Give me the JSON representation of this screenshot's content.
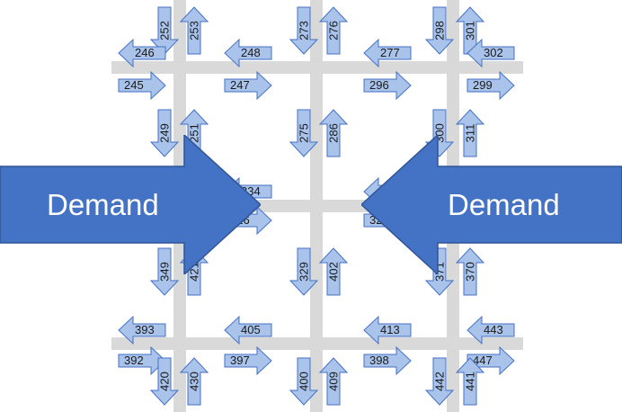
{
  "network": {
    "arrows": [
      {
        "label": "252",
        "dir": "down"
      },
      {
        "label": "253",
        "dir": "up"
      },
      {
        "label": "273",
        "dir": "down"
      },
      {
        "label": "276",
        "dir": "up"
      },
      {
        "label": "298",
        "dir": "down"
      },
      {
        "label": "301",
        "dir": "up"
      },
      {
        "label": "246",
        "dir": "left"
      },
      {
        "label": "248",
        "dir": "left"
      },
      {
        "label": "277",
        "dir": "left"
      },
      {
        "label": "302",
        "dir": "left"
      },
      {
        "label": "245",
        "dir": "right"
      },
      {
        "label": "247",
        "dir": "right"
      },
      {
        "label": "296",
        "dir": "right"
      },
      {
        "label": "299",
        "dir": "right"
      },
      {
        "label": "249",
        "dir": "down"
      },
      {
        "label": "251",
        "dir": "up"
      },
      {
        "label": "275",
        "dir": "down"
      },
      {
        "label": "286",
        "dir": "up"
      },
      {
        "label": "300",
        "dir": "down"
      },
      {
        "label": "311",
        "dir": "up"
      },
      {
        "label": "334",
        "dir": "left"
      },
      {
        "label": "326",
        "dir": "right"
      },
      {
        "label": "329",
        "dir": "left"
      },
      {
        "label": "327",
        "dir": "right"
      },
      {
        "label": "349",
        "dir": "down"
      },
      {
        "label": "421",
        "dir": "up"
      },
      {
        "label": "329",
        "dir": "down"
      },
      {
        "label": "402",
        "dir": "up"
      },
      {
        "label": "371",
        "dir": "down"
      },
      {
        "label": "370",
        "dir": "up"
      },
      {
        "label": "393",
        "dir": "left"
      },
      {
        "label": "405",
        "dir": "left"
      },
      {
        "label": "413",
        "dir": "left"
      },
      {
        "label": "443",
        "dir": "left"
      },
      {
        "label": "392",
        "dir": "right"
      },
      {
        "label": "397",
        "dir": "right"
      },
      {
        "label": "398",
        "dir": "right"
      },
      {
        "label": "447",
        "dir": "right"
      },
      {
        "label": "420",
        "dir": "down"
      },
      {
        "label": "430",
        "dir": "up"
      },
      {
        "label": "400",
        "dir": "down"
      },
      {
        "label": "409",
        "dir": "up"
      },
      {
        "label": "442",
        "dir": "down"
      },
      {
        "label": "441",
        "dir": "up"
      }
    ],
    "demand_arrows": [
      {
        "label": "Demand",
        "dir": "right"
      },
      {
        "label": "Demand",
        "dir": "left"
      }
    ],
    "colors": {
      "road": "#d9d9d9",
      "small_arrow_fill": "#a9c3ea",
      "small_arrow_stroke": "#4472c4",
      "demand_fill": "#4472c4"
    }
  }
}
